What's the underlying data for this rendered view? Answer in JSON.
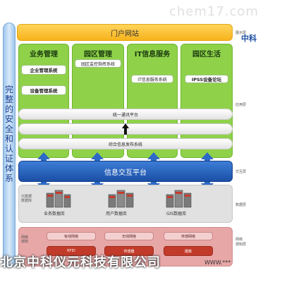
{
  "watermark": "chem17.com",
  "logo_text": "中科",
  "security": {
    "label": "完整的安全和认证体系"
  },
  "portal": {
    "label": "门户网站",
    "tag": "展示层"
  },
  "app_layer": {
    "tag": "应用层",
    "columns": [
      {
        "title": "业务管理",
        "items": [
          "企业管理系统",
          "设备管理系统"
        ]
      },
      {
        "title": "园区管理",
        "items": [
          "园区监控指挥系统"
        ]
      },
      {
        "title": "IT信息服务",
        "items": [
          "IT信息服务系统"
        ]
      },
      {
        "title": "园区生活",
        "items": [
          "IPSS设备论坛"
        ]
      }
    ],
    "bars": [
      "统一通讯平台",
      "",
      "综合信息发布系统"
    ]
  },
  "interaction": {
    "label": "信息交互平台",
    "tag": "交互层"
  },
  "data_layer": {
    "tag": "数据层",
    "side_label": "元数据\n数据库",
    "dbs": [
      "业务数据库",
      "用户数据库",
      "GIS数据库"
    ]
  },
  "network_layer": {
    "tag": "网络\n感知层",
    "side_label": "网络感知",
    "row1": [
      "有线网络",
      "无线网络",
      "传感网络"
    ],
    "row2": [
      "RFID",
      "传感器",
      "摄像"
    ]
  },
  "footer": {
    "left": "北京中科仪元科技有限公司",
    "right": "WWW.***"
  }
}
